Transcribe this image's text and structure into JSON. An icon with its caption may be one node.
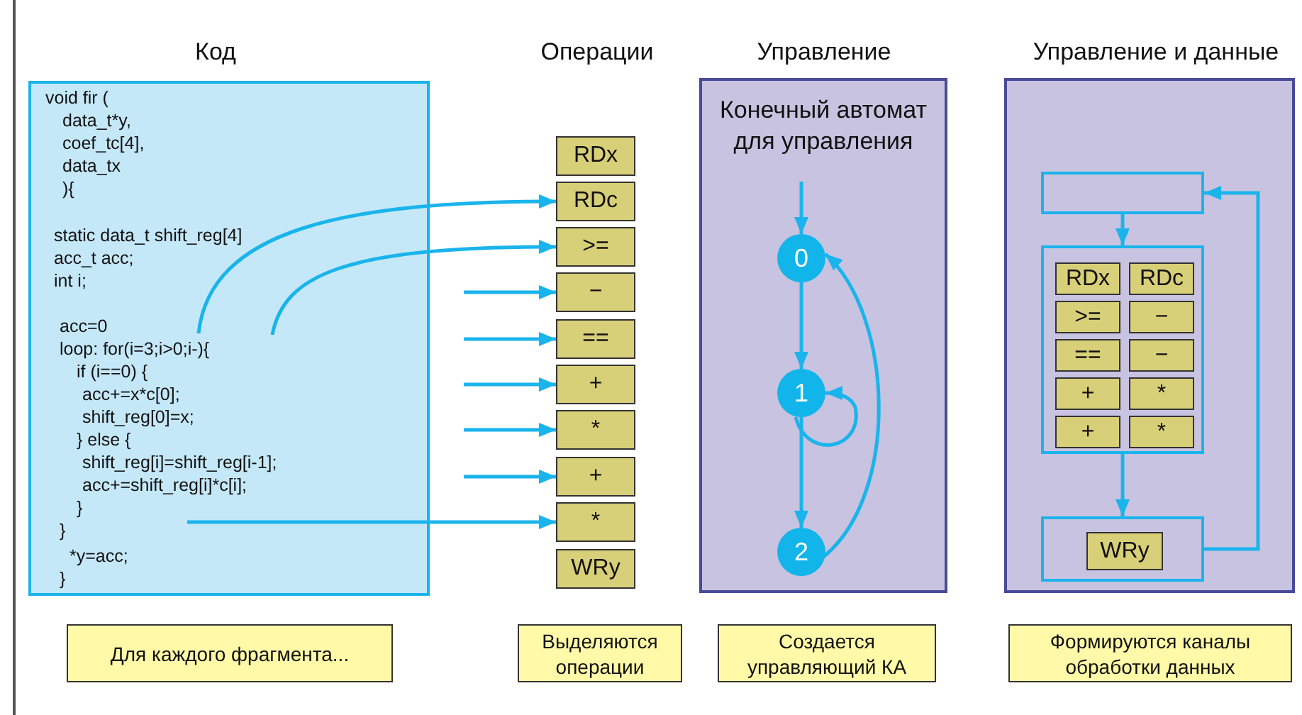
{
  "diagram": {
    "nodes": [
      {
        "text": [
          "void fir (",
          "data_t*y,",
          "coef_tc[4],",
          "data_tx",
          "){",
          "static data_t shift_reg[4]",
          "acc_t acc;",
          "int i;",
          "acc=0",
          "loop: for(i=3;i>0;i-){",
          "if (i==0) {",
          "acc+=x*c[0];",
          "shift_reg[0]=x;",
          "} else {",
          "shift_reg[i]=shift_reg[i-1];",
          "acc+=shift_reg[i]*c[i];",
          "}",
          "}",
          "*y=acc;",
          "}"
        ]
      },
      {
        "text": [
          "RDx"
        ]
      },
      {
        "text": [
          "RDc"
        ]
      },
      {
        "text": [
          ">="
        ]
      },
      {
        "text": [
          "−"
        ]
      },
      {
        "text": [
          "=="
        ]
      },
      {
        "text": [
          "+"
        ]
      },
      {
        "text": [
          "*"
        ]
      },
      {
        "text": [
          "+"
        ]
      },
      {
        "text": [
          "*"
        ]
      },
      {
        "text": [
          "WRy"
        ]
      },
      {
        "text": [
          "Конечный автомат для управления"
        ]
      },
      {
        "text": [
          "0"
        ],
        "in": 11
      },
      {
        "text": [
          "1"
        ],
        "in": 11
      },
      {
        "text": [
          "2"
        ],
        "in": 11
      },
      {
        "text": [],
        "shape": "box"
      },
      {
        "text": [],
        "shape": "box",
        "in": 15
      },
      {
        "text": [],
        "shape": "box",
        "in": 15
      },
      {
        "text": [
          "RDx"
        ],
        "in": 17
      },
      {
        "text": [
          "RDc"
        ],
        "in": 17
      },
      {
        "text": [
          ">="
        ],
        "in": 17
      },
      {
        "text": [
          "−"
        ],
        "in": 17
      },
      {
        "text": [
          "=="
        ],
        "in": 17
      },
      {
        "text": [
          "−"
        ],
        "in": 17
      },
      {
        "text": [
          "+"
        ],
        "in": 17
      },
      {
        "text": [
          "*"
        ],
        "in": 17
      },
      {
        "text": [
          "+"
        ],
        "in": 17
      },
      {
        "text": [
          "*"
        ],
        "in": 17
      },
      {
        "text": [],
        "shape": "box",
        "in": 15
      },
      {
        "text": [
          "WRy"
        ],
        "in": 28
      },
      {
        "text": [
          "Для каждого фрагмента..."
        ]
      },
      {
        "text": [
          "Выделяются операции"
        ]
      },
      {
        "text": [
          "Создается управляющий КА"
        ]
      },
      {
        "text": [
          "Формируются каналы обработки данных"
        ]
      }
    ],
    "edges": [
      {
        "from": 0,
        "to": 2,
        "arrow": "to"
      },
      {
        "from": 0,
        "to": 3,
        "arrow": "to"
      },
      {
        "from": null,
        "to": 4,
        "arrow": "to"
      },
      {
        "from": null,
        "to": 5,
        "arrow": "to"
      },
      {
        "from": null,
        "to": 6,
        "arrow": "to"
      },
      {
        "from": null,
        "to": 7,
        "arrow": "to"
      },
      {
        "from": null,
        "to": 8,
        "arrow": "to"
      },
      {
        "from": 0,
        "to": 9,
        "arrow": "to"
      },
      {
        "from": null,
        "to": 12,
        "arrow": "to"
      },
      {
        "from": 12,
        "to": 13,
        "arrow": "to"
      },
      {
        "from": 13,
        "to": 13,
        "arrow": "to"
      },
      {
        "from": 13,
        "to": 14,
        "arrow": "to"
      },
      {
        "from": 14,
        "to": 12,
        "arrow": "to"
      },
      {
        "from": 16,
        "to": 17,
        "arrow": "to"
      },
      {
        "from": 17,
        "to": 28,
        "arrow": "to"
      },
      {
        "from": 28,
        "to": 16,
        "arrow": "to"
      }
    ],
    "labels": [
      "Код",
      "Операции",
      "Управление",
      "Управление и данные"
    ]
  }
}
